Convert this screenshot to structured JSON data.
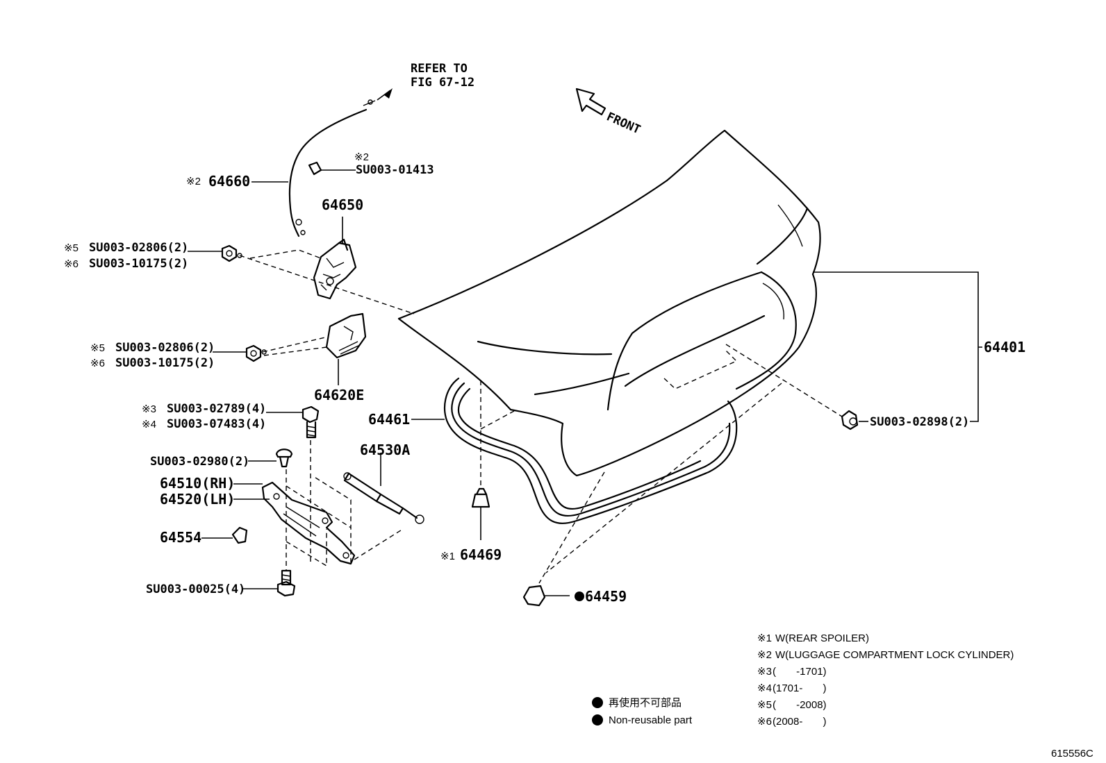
{
  "refer": {
    "line1": "REFER TO",
    "line2": "FIG 67-12"
  },
  "front_label": "FRONT",
  "callouts": {
    "c64660": {
      "mark": "※2",
      "num": "64660"
    },
    "su01413": {
      "mark": "※2",
      "num": "SU003-01413"
    },
    "c64650": "64650",
    "su02806_a": {
      "mark": "※5",
      "num": "SU003-02806(2)"
    },
    "su10175_a": {
      "mark": "※6",
      "num": "SU003-10175(2)"
    },
    "su02806_b": {
      "mark": "※5",
      "num": "SU003-02806(2)"
    },
    "su10175_b": {
      "mark": "※6",
      "num": "SU003-10175(2)"
    },
    "c64620E": "64620E",
    "su02789": {
      "mark": "※3",
      "num": "SU003-02789(4)"
    },
    "su07483": {
      "mark": "※4",
      "num": "SU003-07483(4)"
    },
    "su02980": "SU003-02980(2)",
    "c64510": "64510(RH)",
    "c64520": "64520(LH)",
    "c64554": "64554",
    "su00025": "SU003-00025(4)",
    "c64530A": "64530A",
    "c64461": "64461",
    "c64469": {
      "mark": "※1",
      "num": "64469"
    },
    "c64459": "64459",
    "c64401": "64401",
    "su02898": "SU003-02898(2)"
  },
  "legend": {
    "jp": "再使用不可部品",
    "en": "Non-reusable part"
  },
  "notes": [
    {
      "mark": "※1",
      "text": "W(REAR SPOILER)"
    },
    {
      "mark": "※2",
      "text": "W(LUGGAGE COMPARTMENT LOCK CYLINDER)"
    },
    {
      "mark": "※3",
      "text": "(       -1701)"
    },
    {
      "mark": "※4",
      "text": "(1701-       )"
    },
    {
      "mark": "※5",
      "text": "(       -2008)"
    },
    {
      "mark": "※6",
      "text": "(2008-       )"
    }
  ],
  "figure_code": "615556C"
}
